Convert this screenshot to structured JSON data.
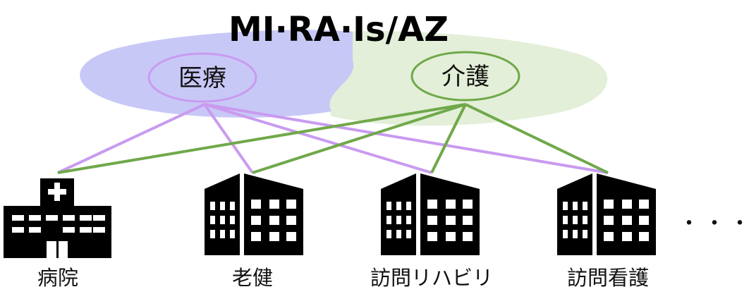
{
  "title": "MI·RA·Is/AZ",
  "colors": {
    "medical_fill": "#c8c8f7",
    "care_fill": "#e3efd8",
    "medical_stroke": "#c99bf0",
    "care_stroke": "#70a84a",
    "building": "#000000"
  },
  "services": [
    {
      "id": "medical",
      "label": "医療"
    },
    {
      "id": "care",
      "label": "介護"
    }
  ],
  "facilities": [
    {
      "id": "hospital",
      "label": "病院",
      "icon": "hospital-icon"
    },
    {
      "id": "rouken",
      "label": "老健",
      "icon": "building-icon"
    },
    {
      "id": "home_rehab",
      "label": "訪問リハビリ",
      "icon": "building-icon"
    },
    {
      "id": "home_nursing",
      "label": "訪問看護",
      "icon": "building-icon"
    }
  ],
  "more": "・・・"
}
